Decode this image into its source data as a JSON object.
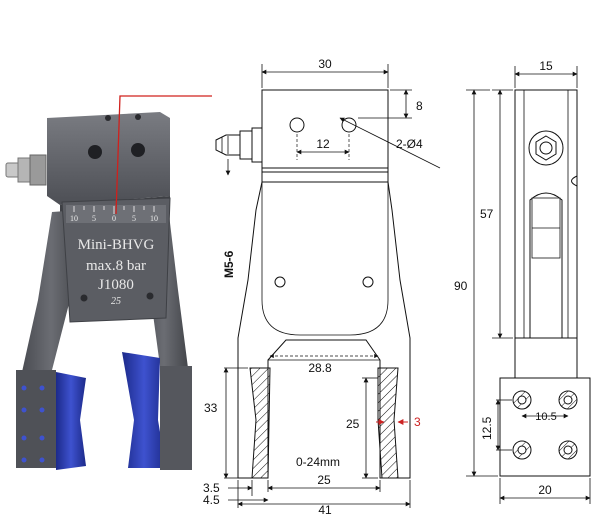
{
  "photo": {
    "model": "Mini-BHVG",
    "pressure": "max.8 bar",
    "part_no": "J1080",
    "code": "25",
    "scale_ticks": [
      "10",
      "5",
      "0",
      "5",
      "10"
    ]
  },
  "front_view": {
    "width_top": "30",
    "hole_offset": "8",
    "hole_spacing": "12",
    "holes": "2-Ø4",
    "thread": "M5-6",
    "jaw_inner_width": "28.8",
    "jaw_height": "33",
    "finger_height": "25",
    "finger_gap": "3",
    "stroke": "0-24mm",
    "finger_spacing": "25",
    "edge_3_5": "3.5",
    "edge_4_5": "4.5",
    "overall_width": "41"
  },
  "side_view": {
    "width_top": "15",
    "height_57": "57",
    "height_90": "90",
    "hole_spacing_h": "10.5",
    "hole_spacing_v": "12.5",
    "width_bottom": "20"
  },
  "colors": {
    "body": "#55575d",
    "pad": "#2d3fb0",
    "pointer": "#d0201c",
    "accent_dim": "#cc2222"
  }
}
